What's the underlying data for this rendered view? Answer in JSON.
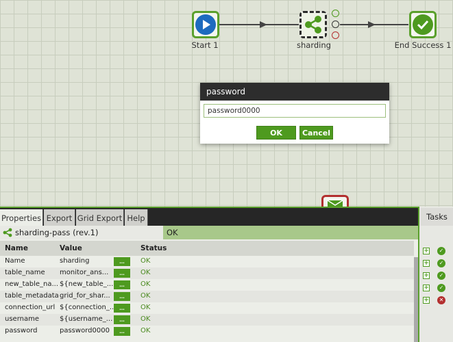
{
  "canvas": {
    "nodes": {
      "start": {
        "label": "Start 1",
        "icon": "play-icon"
      },
      "sharding": {
        "label": "sharding",
        "icon": "share-icon"
      },
      "end": {
        "label": "End Success 1",
        "icon": "check-icon"
      },
      "email": {
        "icon": "envelope-icon"
      }
    },
    "colors": {
      "accent": "#5aa02c",
      "node_blue": "#1e6bbf",
      "error": "#b32f2f"
    }
  },
  "dialog": {
    "title": "password",
    "input_value": "password0000",
    "ok_label": "OK",
    "cancel_label": "Cancel"
  },
  "panel": {
    "tabs": [
      {
        "label": "Properties"
      },
      {
        "label": "Export"
      },
      {
        "label": "Grid Export"
      },
      {
        "label": "Help"
      }
    ],
    "resource": {
      "name": "sharding-pass (rev.1)",
      "status": "OK"
    },
    "columns": {
      "name": "Name",
      "value": "Value",
      "status": "Status"
    },
    "button_label": "...",
    "rows": [
      {
        "name": "Name",
        "value": "sharding",
        "status": "OK"
      },
      {
        "name": "table_name",
        "value": "monitor_ans...",
        "status": "OK"
      },
      {
        "name": "new_table_na...",
        "value": "${new_table_...",
        "status": "OK"
      },
      {
        "name": "table_metadata",
        "value": "grid_for_shar...",
        "status": "OK"
      },
      {
        "name": "connection_url",
        "value": "${connection_...",
        "status": "OK"
      },
      {
        "name": "username",
        "value": "${username_...",
        "status": "OK"
      },
      {
        "name": "password",
        "value": "password0000",
        "status": "OK"
      }
    ]
  },
  "tasks": {
    "tab_label": "Tasks",
    "items": [
      {
        "expand": "+",
        "state": "success"
      },
      {
        "expand": "+",
        "state": "success"
      },
      {
        "expand": "+",
        "state": "success"
      },
      {
        "expand": "+",
        "state": "success"
      },
      {
        "expand": "+",
        "state": "error"
      }
    ]
  }
}
